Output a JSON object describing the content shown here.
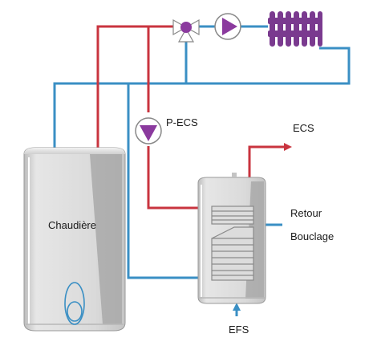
{
  "labels": {
    "boiler": "Chaudière",
    "dhw_pump": "P-ECS",
    "dhw_out": "ECS",
    "return": "Retour",
    "recirculation": "Bouclage",
    "cold_water_in": "EFS"
  },
  "colors": {
    "hot_pipe": "#c9343f",
    "return_pipe": "#3a8fc4",
    "pump": "#8b3a9e",
    "radiator": "#7a3a8f",
    "tank_body": "#d9d9d9",
    "tank_shade": "#a6a6a6",
    "arrow_hot": "#c9343f",
    "arrow_cold": "#3a8fc4"
  },
  "icons": {
    "three_way_valve": "three-way-valve-icon",
    "circulator_pump": "circulator-pump-icon",
    "dhw_pump": "circulator-pump-icon",
    "radiator": "radiator-icon",
    "burner": "flame-icon"
  }
}
